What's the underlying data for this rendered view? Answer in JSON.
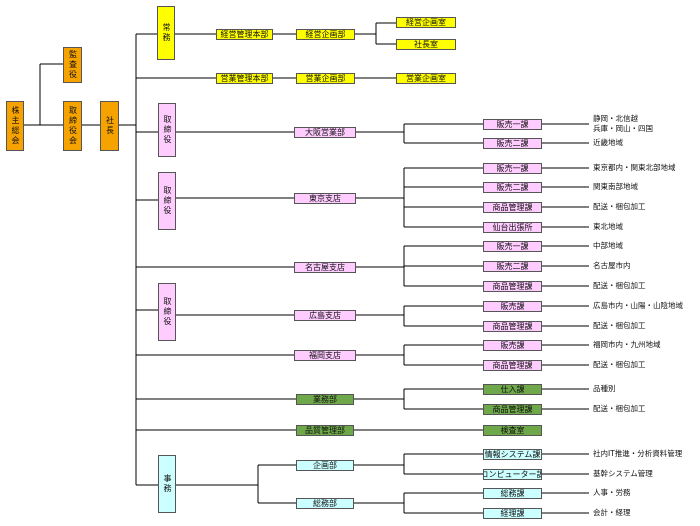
{
  "colors": {
    "top": "#f6a300",
    "exec": "#ffff00",
    "director": "#ffccff",
    "quality": "#6ea84a",
    "admin": "#ccffff",
    "line": "#000000"
  },
  "top": {
    "shareholders": "株主総会",
    "auditor": "監査役",
    "board": "取締役会",
    "president": "社長"
  },
  "exec": {
    "managing": "常務",
    "mgmt_hq": "経営管理本部",
    "planning_dept": "経営企画部",
    "planning_office": "経営企画室",
    "president_office": "社長室",
    "sales_hq": "営業管理本部",
    "sales_planning_dept": "営業企画部",
    "sales_planning_office": "営業企画室"
  },
  "directors": {
    "d1": "取締役",
    "d2": "取締役",
    "d3": "取締役",
    "admin": "事務"
  },
  "branches": {
    "osaka": "大阪営業部",
    "tokyo": "東京支店",
    "nagoya": "名古屋支店",
    "hiroshima": "広島支店",
    "fukuoka": "福岡支店",
    "business": "業務部",
    "quality": "品質管理部",
    "planning": "企画部",
    "general": "総務部"
  },
  "sections": {
    "osaka_1": "販売一課",
    "osaka_2": "販売二課",
    "tokyo_1": "販売一課",
    "tokyo_2": "販売二課",
    "tokyo_goods": "商品管理課",
    "tokyo_sendai": "仙台出張所",
    "nagoya_1": "販売一課",
    "nagoya_2": "販売二課",
    "nagoya_goods": "商品管理課",
    "hiroshima_sales": "販売課",
    "hiroshima_goods": "商品管理課",
    "fukuoka_sales": "販売課",
    "fukuoka_goods": "商品管理課",
    "purchase": "仕入課",
    "business_goods": "商品管理課",
    "inspection": "検査室",
    "info_system": "情報システム課",
    "computer": "コンピューター課",
    "general_affairs": "総務課",
    "accounting": "経理課"
  },
  "notes": {
    "osaka_1_a": "静岡・北信越",
    "osaka_1_b": "兵庫・岡山・四国",
    "osaka_2": "近畿地域",
    "tokyo_1": "東京都内・関東北部地域",
    "tokyo_2": "関東南部地域",
    "tokyo_goods": "配送・梱包加工",
    "tokyo_sendai": "東北地域",
    "nagoya_1": "中部地域",
    "nagoya_2": "名古屋市内",
    "nagoya_goods": "配送・梱包加工",
    "hiroshima_sales": "広島市内・山陽・山陰地域",
    "hiroshima_goods": "配送・梱包加工",
    "fukuoka_sales": "福岡市内・九州地域",
    "fukuoka_goods": "配送・梱包加工",
    "purchase": "品種別",
    "business_goods": "配送・梱包加工",
    "info_system": "社内IT推進・分析資料管理",
    "computer": "基幹システム管理",
    "general_affairs": "人事・労務",
    "accounting": "会計・経理"
  }
}
